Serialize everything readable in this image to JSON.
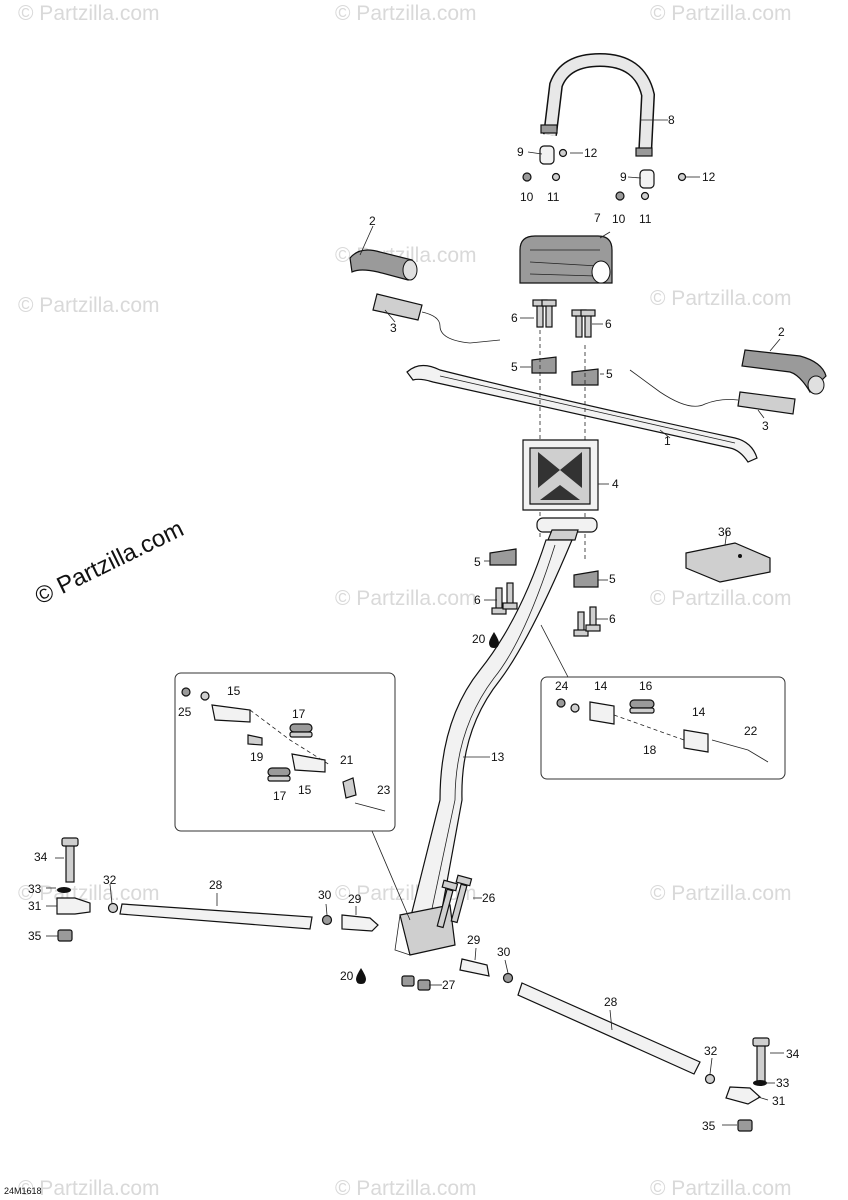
{
  "diagram": {
    "watermark": "© Partzilla.com",
    "source_code": "24M1618",
    "callouts": {
      "c1": "1",
      "c2": "2",
      "c3": "3",
      "c4": "4",
      "c5": "5",
      "c6": "6",
      "c7": "7",
      "c8": "8",
      "c9": "9",
      "c10": "10",
      "c11": "11",
      "c12": "12",
      "c13": "13",
      "c14": "14",
      "c15": "15",
      "c16": "16",
      "c17": "17",
      "c18": "18",
      "c19": "19",
      "c20": "20",
      "c21": "21",
      "c22": "22",
      "c23": "23",
      "c24": "24",
      "c25": "25",
      "c26": "26",
      "c27": "27",
      "c28": "28",
      "c29": "29",
      "c30": "30",
      "c31": "31",
      "c32": "32",
      "c33": "33",
      "c34": "34",
      "c35": "35",
      "c36": "36"
    }
  }
}
